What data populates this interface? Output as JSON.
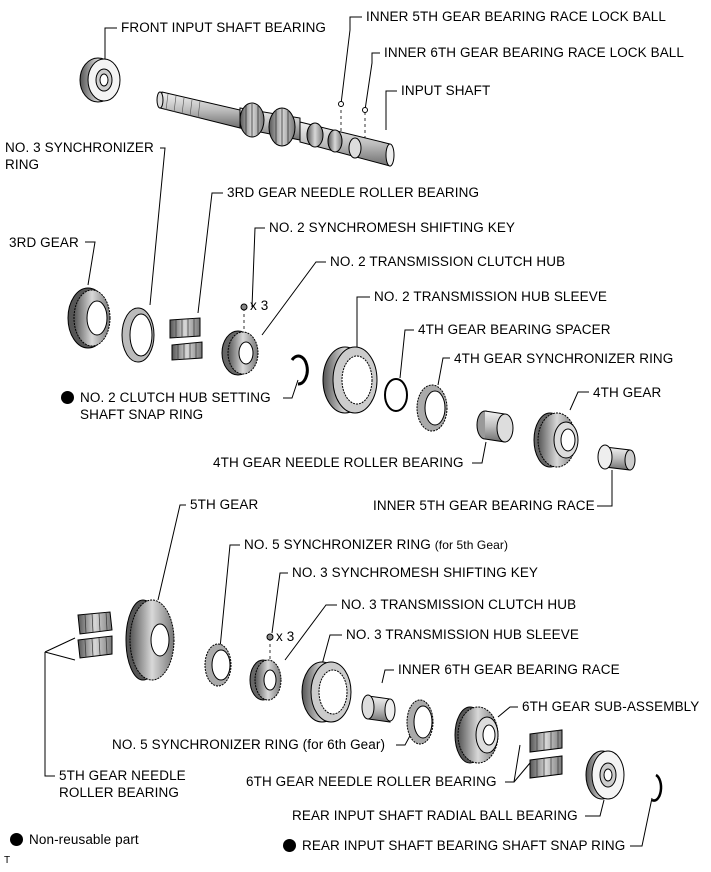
{
  "labels": {
    "front_input_shaft_bearing": "FRONT INPUT SHAFT BEARING",
    "inner_5th_lock_ball": "INNER 5TH GEAR BEARING RACE LOCK BALL",
    "inner_6th_lock_ball": "INNER 6TH GEAR BEARING RACE LOCK BALL",
    "input_shaft": "INPUT SHAFT",
    "no3_sync_ring_line1": "NO. 3 SYNCHRONIZER",
    "no3_sync_ring_line2": "RING",
    "gear3_needle_bearing": "3RD GEAR NEEDLE ROLLER BEARING",
    "no2_shifting_key": "NO. 2 SYNCHROMESH SHIFTING KEY",
    "gear3": "3RD GEAR",
    "no2_clutch_hub": "NO. 2 TRANSMISSION CLUTCH HUB",
    "x3_a": "x 3",
    "no2_hub_sleeve": "NO. 2 TRANSMISSION HUB SLEEVE",
    "gear4_spacer": "4TH GEAR BEARING SPACER",
    "gear4_sync_ring": "4TH GEAR SYNCHRONIZER RING",
    "no2_snap_ring_line1": "NO. 2 CLUTCH HUB SETTING",
    "no2_snap_ring_line2": "SHAFT SNAP RING",
    "gear4": "4TH GEAR",
    "gear4_needle_bearing": "4TH GEAR NEEDLE ROLLER BEARING",
    "inner_5th_race": "INNER 5TH GEAR BEARING RACE",
    "gear5": "5TH GEAR",
    "no5_sync_ring_5th": "NO. 5 SYNCHRONIZER RING",
    "for_5th_gear": "(for 5th Gear)",
    "no3_shifting_key": "NO. 3 SYNCHROMESH SHIFTING KEY",
    "no3_clutch_hub": "NO. 3 TRANSMISSION CLUTCH HUB",
    "x3_b": "x 3",
    "no3_hub_sleeve": "NO. 3 TRANSMISSION HUB SLEEVE",
    "inner_6th_race": "INNER 6TH GEAR BEARING RACE",
    "gear6_sub": "6TH GEAR SUB-ASSEMBLY",
    "no5_sync_ring_6th": "NO. 5 SYNCHRONIZER RING (for 6th Gear)",
    "gear5_needle_line1": "5TH GEAR NEEDLE",
    "gear5_needle_line2": "ROLLER BEARING",
    "gear6_needle_bearing": "6TH GEAR NEEDLE ROLLER BEARING",
    "rear_radial_bearing": "REAR INPUT SHAFT RADIAL BALL BEARING",
    "non_reusable": "Non-reusable part",
    "rear_snap_ring": "REAR INPUT SHAFT BEARING SHAFT SNAP RING",
    "corner_mark": "T"
  }
}
